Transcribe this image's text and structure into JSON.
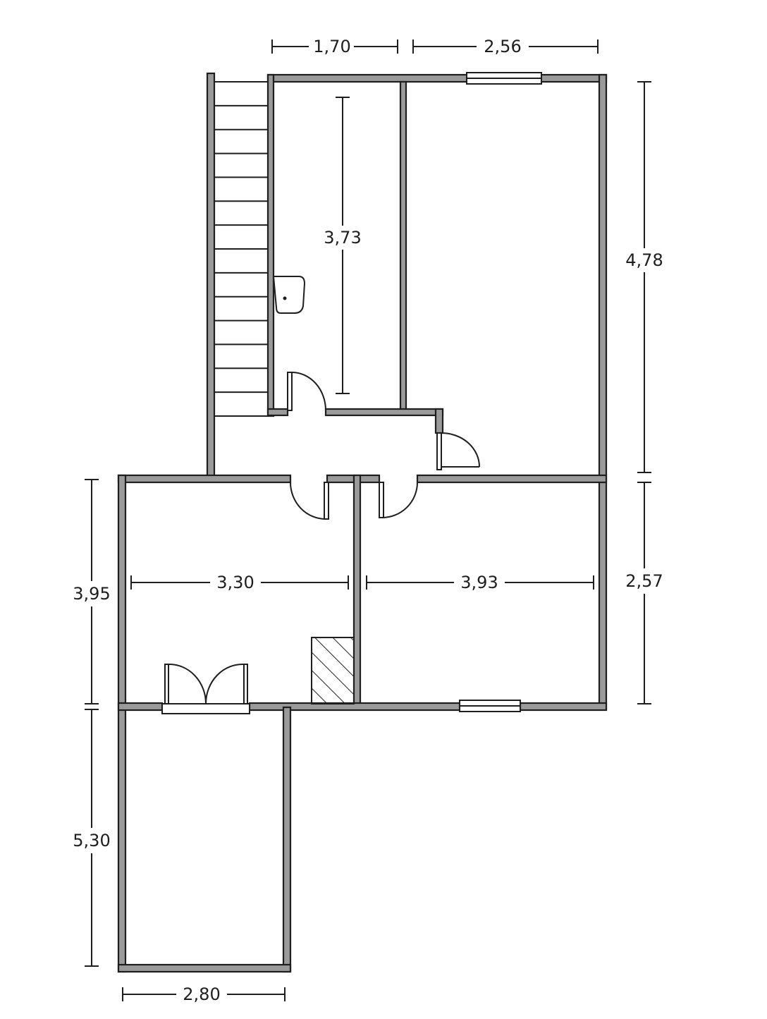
{
  "dimensions": {
    "top_left_width": "1,70",
    "top_right_width": "2,56",
    "bathroom_depth": "3,73",
    "right_upper_depth": "4,78",
    "right_lower_depth": "2,57",
    "left_middle_depth": "3,95",
    "left_lower_depth": "5,30",
    "middle_left_room_width": "3,30",
    "middle_right_room_width": "3,93",
    "bottom_width": "2,80"
  },
  "colors": {
    "wall_fill": "#9a9a9a",
    "line": "#1e1e1e",
    "background": "#ffffff",
    "chimney_hatch": "#1e1e1e"
  }
}
